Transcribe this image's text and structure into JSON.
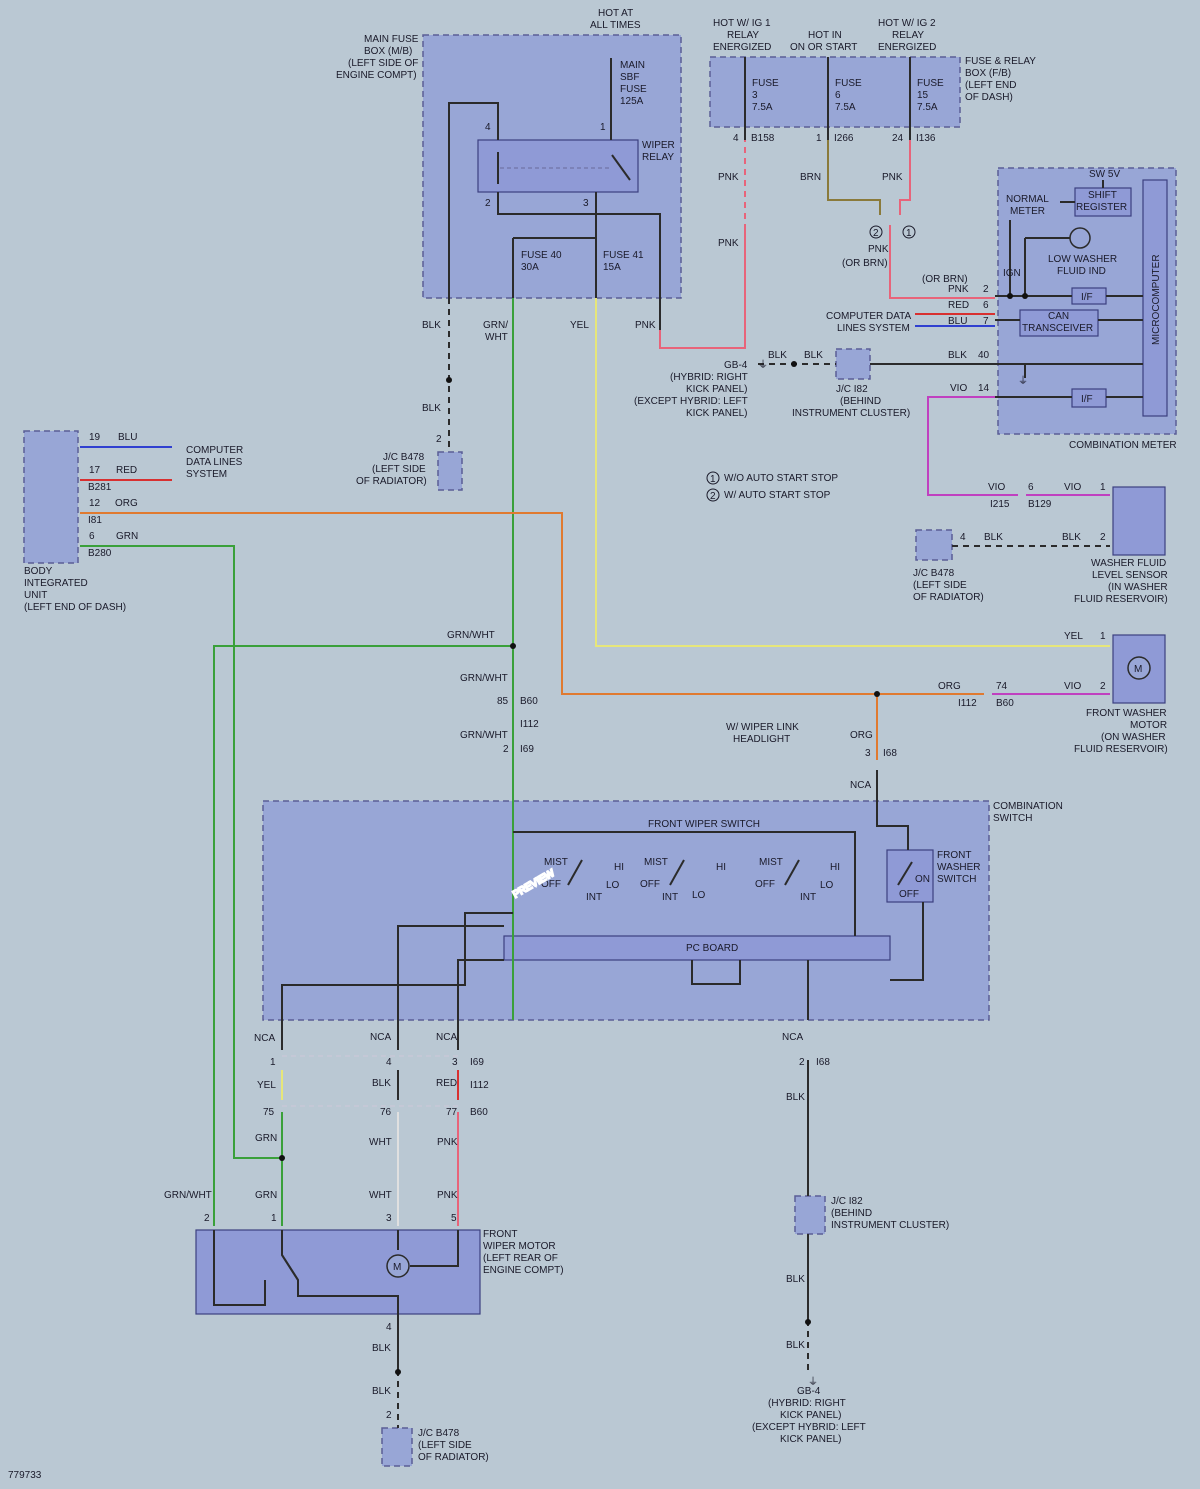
{
  "colors": {
    "background": "#bac8d3",
    "box_fill": "#98a6d6",
    "wire_blk": "#2b2b2b",
    "wire_pnk": "#e8647a",
    "wire_brn": "#8a7a3a",
    "wire_yel": "#e6e67a",
    "wire_grn": "#3aa03a",
    "wire_org": "#e07a30",
    "wire_vio": "#c040c0",
    "wire_red": "#d83030",
    "wire_blu": "#3040d0",
    "wire_wht": "#e0e0e0"
  },
  "power": {
    "hot_all_times": [
      "HOT AT",
      "ALL TIMES"
    ],
    "hot_ig1": [
      "HOT W/ IG 1",
      "RELAY",
      "ENERGIZED"
    ],
    "hot_on_start": [
      "HOT IN",
      "ON OR START"
    ],
    "hot_ig2": [
      "HOT W/ IG 2",
      "RELAY",
      "ENERGIZED"
    ]
  },
  "main_fuse_box": {
    "label": [
      "MAIN FUSE",
      "BOX (M/B)",
      "(LEFT SIDE OF",
      "ENGINE COMPT)"
    ],
    "sbf_fuse": [
      "MAIN",
      "SBF",
      "FUSE",
      "125A"
    ],
    "wiper_relay": [
      "WIPER",
      "RELAY"
    ],
    "fuse40": [
      "FUSE 40",
      "30A"
    ],
    "fuse41": [
      "FUSE 41",
      "15A"
    ],
    "pins": [
      "4",
      "1",
      "2",
      "3"
    ]
  },
  "fuse_relay_box": {
    "label": [
      "FUSE & RELAY",
      "BOX (F/B)",
      "(LEFT END",
      "OF DASH)"
    ],
    "fuse3": [
      "FUSE",
      "3",
      "7.5A"
    ],
    "fuse6": [
      "FUSE",
      "6",
      "7.5A"
    ],
    "fuse15": [
      "FUSE",
      "15",
      "7.5A"
    ],
    "conn1": [
      "4",
      "B158"
    ],
    "conn2": [
      "1",
      "I266"
    ],
    "conn3": [
      "24",
      "I136"
    ]
  },
  "combination_meter": {
    "label": "COMBINATION METER",
    "sw5v": "SW 5V",
    "shift_register": [
      "SHIFT",
      "REGISTER"
    ],
    "normal_meter": [
      "NORMAL",
      "METER"
    ],
    "low_washer": [
      "LOW WASHER",
      "FLUID IND"
    ],
    "ign": "IGN",
    "if1": "I/F",
    "can": [
      "CAN",
      "TRANSCEIVER"
    ],
    "if2": "I/F",
    "microcomputer": "MICROCOMPUTER",
    "pins": [
      {
        "wire": "PNK",
        "pin": "2"
      },
      {
        "wire": "RED",
        "pin": "6"
      },
      {
        "wire": "BLU",
        "pin": "7"
      },
      {
        "wire": "BLK",
        "pin": "40"
      },
      {
        "wire": "VIO",
        "pin": "14"
      }
    ],
    "or_brn": "(OR BRN)"
  },
  "upper_wires": {
    "pnk1": "PNK",
    "pnk2": "PNK",
    "brn": "BRN",
    "pnk3": "PNK",
    "pnk_or_brn": [
      "PNK",
      "(OR BRN)"
    ],
    "circ2": "2",
    "circ1": "1",
    "computer_data": [
      "COMPUTER DATA",
      "LINES SYSTEM"
    ],
    "blk_a": "BLK",
    "blk_b": "BLK",
    "gb4": [
      "GB-4",
      "(HYBRID: RIGHT",
      "KICK PANEL)",
      "(EXCEPT HYBRID: LEFT",
      "KICK PANEL)"
    ],
    "jc_i82": [
      "J/C I82",
      "(BEHIND",
      "INSTRUMENT CLUSTER)"
    ]
  },
  "relay_wires": {
    "blk": "BLK",
    "grnwht": [
      "GRN/",
      "WHT"
    ],
    "yel": "YEL",
    "pnk": "PNK",
    "blk2": "BLK",
    "jc_b478": [
      "J/C B478",
      "(LEFT SIDE",
      "OF RADIATOR)"
    ],
    "jc_pin": "2"
  },
  "legend": {
    "one": "W/O AUTO START STOP",
    "two": "W/ AUTO START STOP",
    "num1": "1",
    "num2": "2"
  },
  "body_unit": {
    "label": [
      "BODY",
      "INTEGRATED",
      "UNIT",
      "(LEFT END OF DASH)"
    ],
    "pins": [
      {
        "pin": "19",
        "wire": "BLU",
        "conn": ""
      },
      {
        "pin": "17",
        "wire": "RED",
        "conn": "B281"
      },
      {
        "pin": "12",
        "wire": "ORG",
        "conn": "I81"
      },
      {
        "pin": "6",
        "wire": "GRN",
        "conn": "B280"
      }
    ],
    "computer_data": [
      "COMPUTER",
      "DATA LINES",
      "SYSTEM"
    ]
  },
  "washer_sensor": {
    "label": [
      "WASHER FLUID",
      "LEVEL SENSOR",
      "(IN WASHER",
      "FLUID RESERVOIR)"
    ],
    "vio_a": "VIO",
    "pin6": "6",
    "vio_b": "VIO",
    "pin1": "1",
    "i215": "I215",
    "b129": "B129",
    "blk": "BLK",
    "pin4": "4",
    "pin2": "2",
    "jc": [
      "J/C B478",
      "(LEFT SIDE",
      "OF RADIATOR)"
    ]
  },
  "washer_motor": {
    "label": [
      "FRONT WASHER",
      "MOTOR",
      "(ON WASHER",
      "FLUID RESERVOIR)"
    ],
    "yel": "YEL",
    "pin1": "1",
    "org": "ORG",
    "pin74": "74",
    "vio": "VIO",
    "pin2": "2",
    "i112": "I112",
    "b60": "B60",
    "m": "M"
  },
  "middle": {
    "grnwht1": "GRN/WHT",
    "grnwht2": "GRN/WHT",
    "grnwht3": "GRN/WHT",
    "pin85": "85",
    "b60": "B60",
    "i112": "I112",
    "pin2": "2",
    "i69": "I69",
    "wiper_link": [
      "W/ WIPER LINK",
      "HEADLIGHT"
    ],
    "org": "ORG",
    "pin3": "3",
    "i68": "I68",
    "nca": "NCA"
  },
  "combination_switch": {
    "label": [
      "COMBINATION",
      "SWITCH"
    ],
    "front_wiper_switch": "FRONT WIPER SWITCH",
    "mist": "MIST",
    "off": "OFF",
    "hi": "HI",
    "lo": "LO",
    "int": "INT",
    "pc_board": "PC BOARD",
    "washer_switch": [
      "FRONT",
      "WASHER",
      "SWITCH"
    ],
    "on": "ON",
    "off2": "OFF"
  },
  "lower": {
    "nca1": "NCA",
    "nca2": "NCA",
    "nca3": "NCA",
    "nca4": "NCA",
    "pin1": "1",
    "pin4": "4",
    "pin3": "3",
    "i69": "I69",
    "i112": "I112",
    "pin2": "2",
    "i68": "I68",
    "yel": "YEL",
    "blk": "BLK",
    "red": "RED",
    "pin75": "75",
    "pin76": "76",
    "pin77": "77",
    "b60": "B60",
    "grn1": "GRN",
    "wht1": "WHT",
    "pnk1": "PNK",
    "grnwht": "GRN/WHT",
    "grn2": "GRN",
    "wht2": "WHT",
    "pnk2": "PNK",
    "mp2": "2",
    "mp1": "1",
    "mp3": "3",
    "mp5": "5",
    "blk2": "BLK"
  },
  "wiper_motor": {
    "label": [
      "FRONT",
      "WIPER MOTOR",
      "(LEFT REAR OF",
      "ENGINE COMPT)"
    ],
    "m": "M",
    "pin4": "4",
    "blk1": "BLK",
    "blk2": "BLK",
    "pin2": "2",
    "jc": [
      "J/C B478",
      "(LEFT SIDE",
      "OF RADIATOR)"
    ]
  },
  "bottom_ground": {
    "jc": [
      "J/C I82",
      "(BEHIND",
      "INSTRUMENT CLUSTER)"
    ],
    "blk1": "BLK",
    "blk2": "BLK",
    "gb4": [
      "GB-4",
      "(HYBRID: RIGHT",
      "KICK PANEL)",
      "(EXCEPT HYBRID: LEFT",
      "KICK PANEL)"
    ]
  },
  "footer": {
    "code": "779733",
    "watermark": "PREVIEW"
  }
}
